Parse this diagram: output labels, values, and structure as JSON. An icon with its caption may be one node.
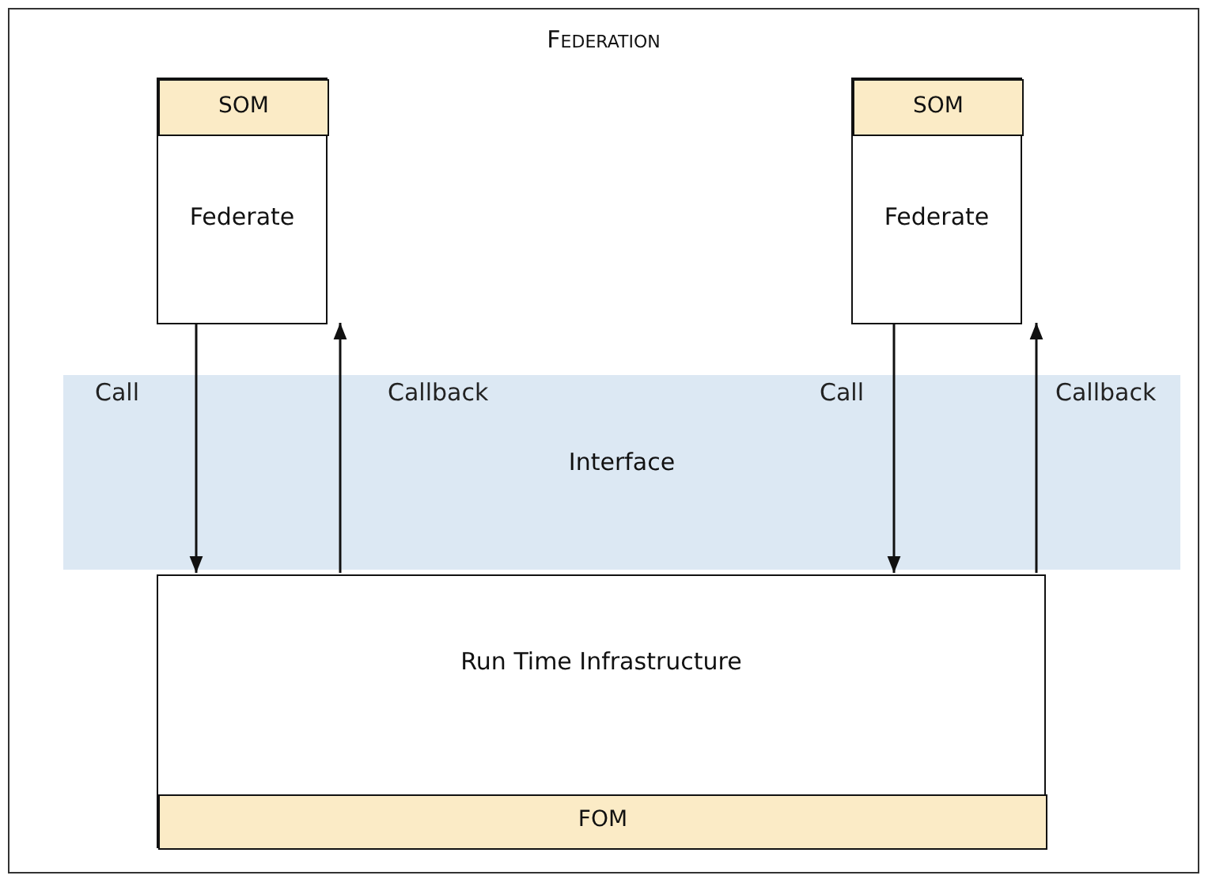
{
  "diagram": {
    "nodes": [
      {
        "text": [
          "Federation"
        ]
      },
      {
        "text": [
          "Federate"
        ],
        "in": 0
      },
      {
        "text": [
          "SOM"
        ],
        "in": 1
      },
      {
        "text": [
          "Federate"
        ],
        "in": 0
      },
      {
        "text": [
          "SOM"
        ],
        "in": 3
      },
      {
        "text": [
          "Run Time Infrastructure"
        ],
        "in": 0
      },
      {
        "text": [
          "FOM"
        ],
        "in": 5
      }
    ],
    "edges": [
      {
        "from": 1,
        "to": 5,
        "arrow": "to",
        "label": "Call"
      },
      {
        "from": 5,
        "to": 1,
        "arrow": "to",
        "label": "Callback"
      },
      {
        "from": 3,
        "to": 5,
        "arrow": "to",
        "label": "Call"
      },
      {
        "from": 5,
        "to": 3,
        "arrow": "to",
        "label": "Callback"
      }
    ],
    "labels": [
      "Interface"
    ]
  }
}
